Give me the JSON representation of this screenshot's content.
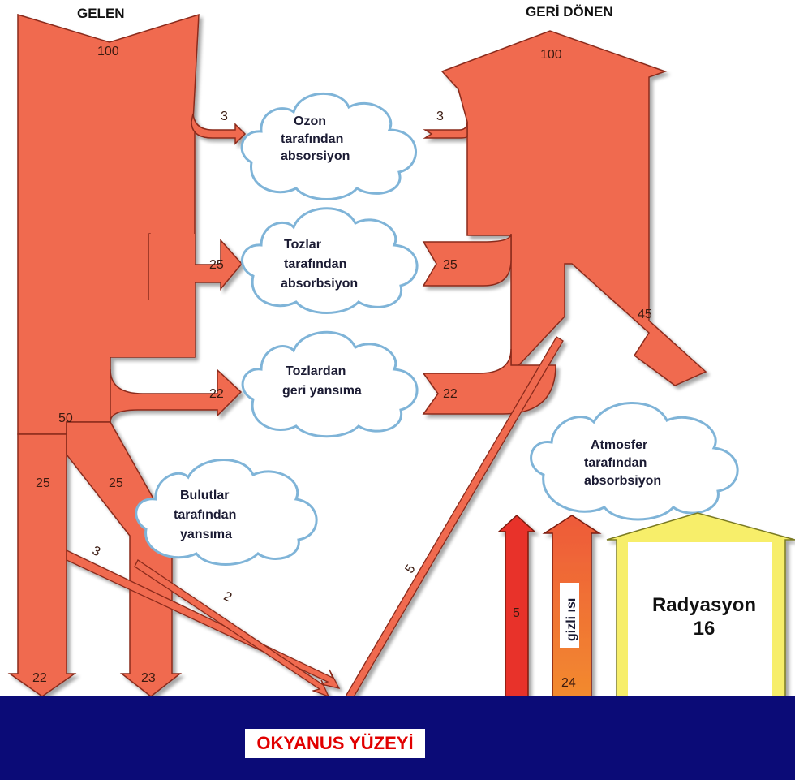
{
  "titles": {
    "incoming": "GELEN",
    "outgoing": "GERİ DÖNEN"
  },
  "values": {
    "incoming_total": "100",
    "outgoing_total": "100",
    "ozone_in": "3",
    "ozone_out": "3",
    "dust_abs_in": "25",
    "dust_abs_out": "25",
    "dust_ref_in": "22",
    "dust_ref_out": "22",
    "split_50": "50",
    "left_25": "25",
    "middle_25": "25",
    "left_22": "22",
    "middle_23": "23",
    "diag_3": "3",
    "diag_2": "2",
    "diag_5": "5",
    "side_45": "45",
    "up_5": "5",
    "latent_24": "24"
  },
  "clouds": {
    "ozone": [
      "Ozon",
      "tarafından",
      "absorsiyon"
    ],
    "dust_abs": [
      "Tozlar",
      "tarafından",
      "absorbsiyon"
    ],
    "dust_ref": [
      "Tozlardan",
      "geri yansıma"
    ],
    "clouds_ref": [
      "Bulutlar",
      "tarafından",
      "yansıma"
    ],
    "atmos": [
      "Atmosfer",
      "tarafından",
      "absorbsiyon"
    ]
  },
  "labels": {
    "latent_heat": "gizli ısı",
    "radiation": "Radyasyon",
    "radiation_value": "16",
    "ocean": "OKYANUS YÜZEYİ"
  },
  "colors": {
    "flow": "#f06a50",
    "flow_stroke": "#8a2a1a",
    "ocean": "#0b0b77",
    "ocean_label": "#e10000",
    "red_arrow": "#e8322c",
    "orange_arrow": "#f0682c",
    "radiation_arrow": "#f7ee6a",
    "cloud_outline": "#7fb4d8"
  }
}
